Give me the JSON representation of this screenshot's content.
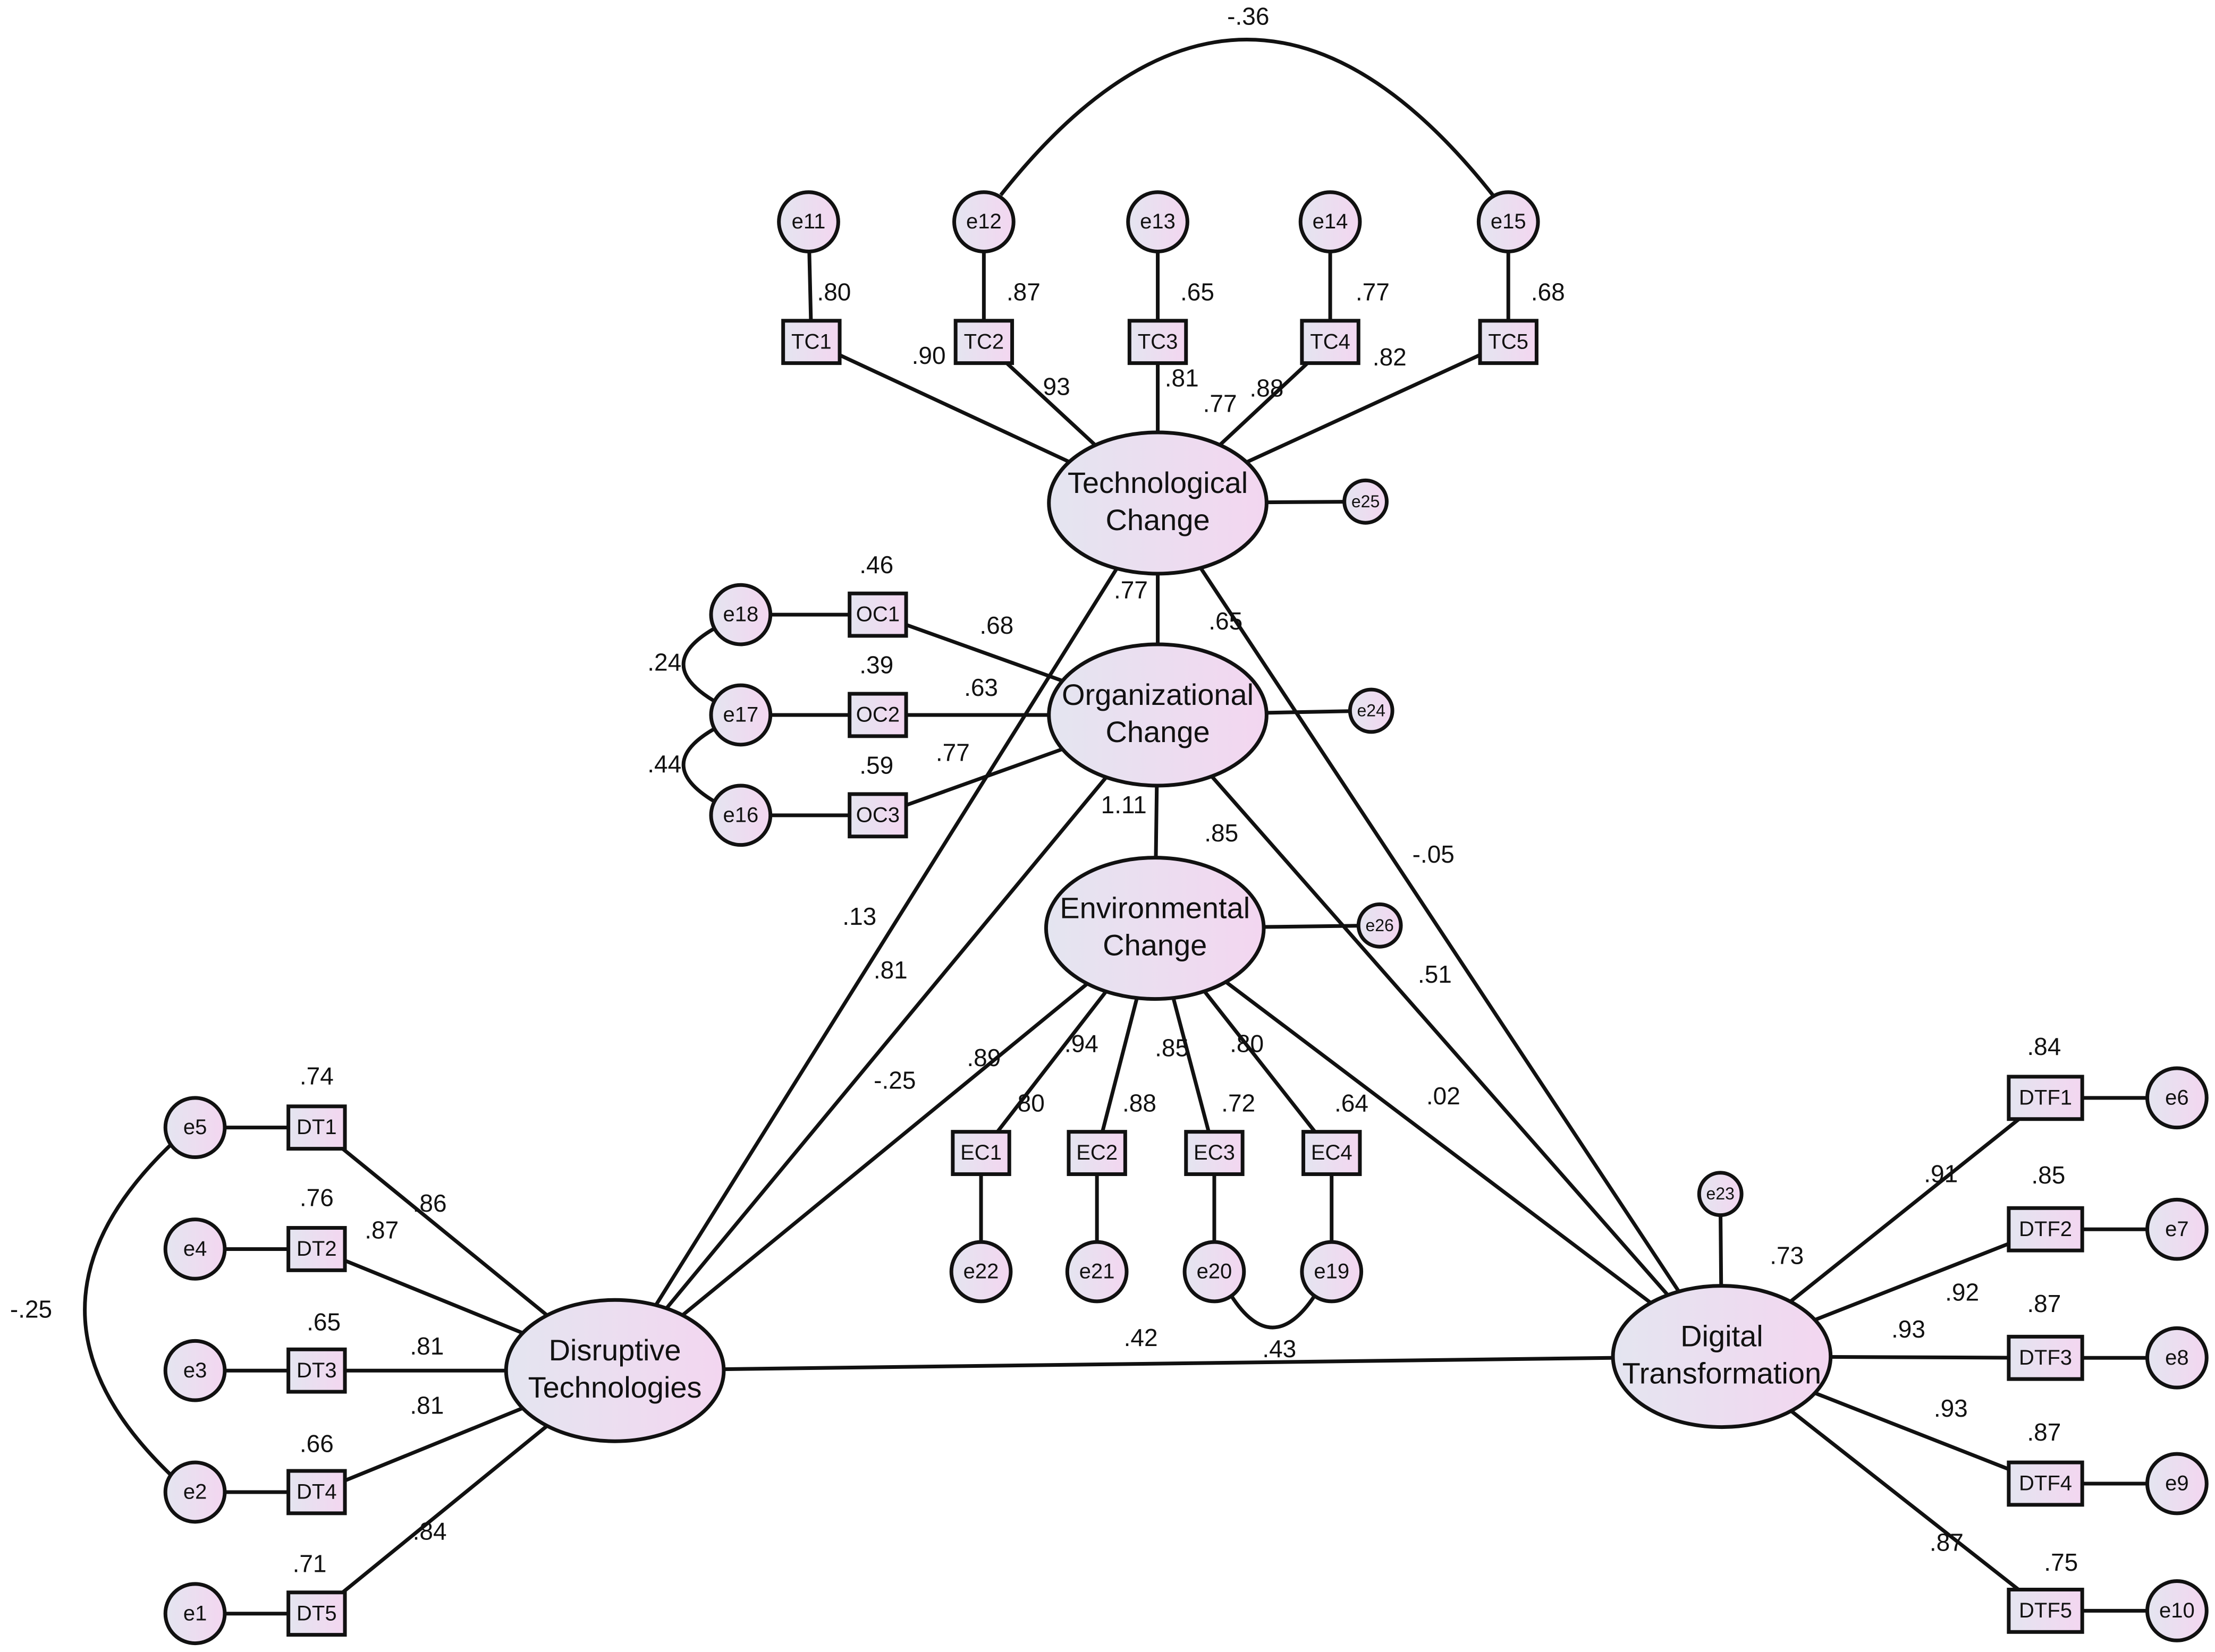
{
  "diagram": {
    "latents": [
      {
        "id": "TC",
        "line1": "Technological",
        "line2": "Change"
      },
      {
        "id": "OC",
        "line1": "Organizational",
        "line2": "Change"
      },
      {
        "id": "EC",
        "line1": "Environmental",
        "line2": "Change"
      },
      {
        "id": "DT",
        "line1": "Disruptive",
        "line2": "Technologies"
      },
      {
        "id": "DTF",
        "line1": "Digital",
        "line2": "Transformation"
      }
    ],
    "indicators": [
      "TC1",
      "TC2",
      "TC3",
      "TC4",
      "TC5",
      "OC1",
      "OC2",
      "OC3",
      "EC1",
      "EC2",
      "EC3",
      "EC4",
      "DT1",
      "DT2",
      "DT3",
      "DT4",
      "DT5",
      "DTF1",
      "DTF2",
      "DTF3",
      "DTF4",
      "DTF5"
    ],
    "errors": [
      "e1",
      "e2",
      "e3",
      "e4",
      "e5",
      "e6",
      "e7",
      "e8",
      "e9",
      "e10",
      "e11",
      "e12",
      "e13",
      "e14",
      "e15",
      "e16",
      "e17",
      "e18",
      "e19",
      "e20",
      "e21",
      "e22",
      "e23",
      "e24",
      "e25",
      "e26"
    ],
    "r_squared": {
      "TC1": ".80",
      "TC2": ".87",
      "TC3": ".65",
      "TC4": ".77",
      "TC5": ".68",
      "OC1": ".46",
      "OC2": ".39",
      "OC3": ".59",
      "EC1": ".80",
      "EC2": ".88",
      "EC3": ".72",
      "EC4": ".64",
      "DT1": ".74",
      "DT2": ".76",
      "DT3": ".65",
      "DT4": ".66",
      "DT5": ".71",
      "DTF1": ".84",
      "DTF2": ".85",
      "DTF3": ".87",
      "DTF4": ".87",
      "DTF5": ".75",
      "TC": ".77",
      "OC": ".65",
      "EC": ".85",
      "DTF": ".73"
    },
    "loadings": {
      "TC1": ".90",
      "TC2": ".93",
      "TC3": ".81",
      "TC4": ".88",
      "TC5": ".82",
      "OC1": ".68",
      "OC2": ".63",
      "OC3": ".77",
      "EC1": ".89",
      "EC2": ".94",
      "EC3": ".85",
      "EC4": ".80",
      "DT1": ".86",
      "DT2": ".87",
      "DT3": ".81",
      "DT4": ".81",
      "DT5": ".84",
      "DTF1": ".91",
      "DTF2": ".92",
      "DTF3": ".93",
      "DTF4": ".93",
      "DTF5": ".87"
    },
    "paths": [
      {
        "from": "OC",
        "to": "TC",
        "coef": ".77"
      },
      {
        "from": "OC",
        "to": "EC",
        "coef": "1.11"
      },
      {
        "from": "DT",
        "to": "TC",
        "coef": ".13"
      },
      {
        "from": "DT",
        "to": "OC",
        "coef": ".81"
      },
      {
        "from": "DT",
        "to": "EC",
        "coef": "-.25"
      },
      {
        "from": "DT",
        "to": "DTF",
        "coef": ".42"
      },
      {
        "from": "TC",
        "to": "DTF",
        "coef": "-.05"
      },
      {
        "from": "OC",
        "to": "DTF",
        "coef": ".51"
      },
      {
        "from": "EC",
        "to": "DTF",
        "coef": ".02"
      }
    ],
    "covariances": [
      {
        "a": "e12",
        "b": "e15",
        "coef": "-.36"
      },
      {
        "a": "e18",
        "b": "e17",
        "coef": ".24"
      },
      {
        "a": "e17",
        "b": "e16",
        "coef": ".44"
      },
      {
        "a": "e20",
        "b": "e19",
        "coef": ".43"
      },
      {
        "a": "e5",
        "b": "e2",
        "coef": "-.25"
      }
    ]
  },
  "colors": {
    "node_fill_left": "#e4e5f0",
    "node_fill_right": "#f3d6f0",
    "stroke": "#111111",
    "background": "#ffffff"
  }
}
